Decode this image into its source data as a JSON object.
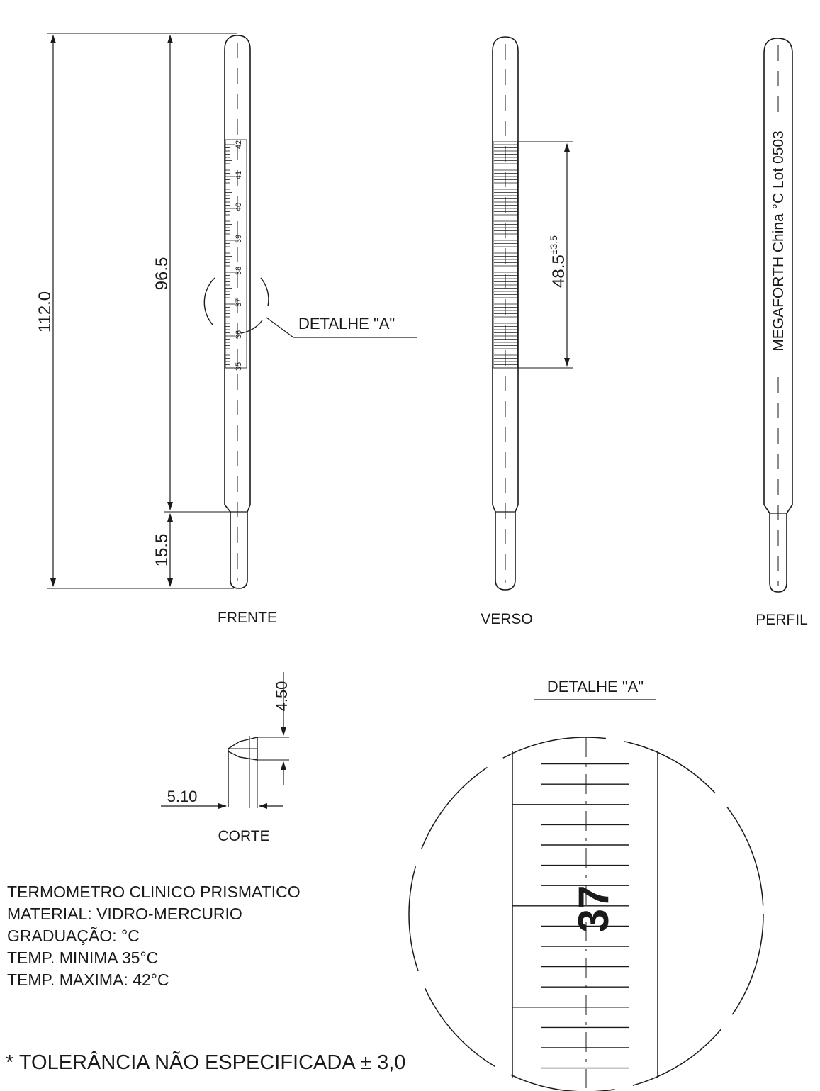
{
  "views": {
    "front": {
      "label": "FRENTE"
    },
    "back": {
      "label": "VERSO"
    },
    "profile": {
      "label": "PERFIL"
    },
    "section": {
      "label": "CORTE"
    },
    "detail": {
      "label": "DETALHE \"A\""
    }
  },
  "dimensions": {
    "overall_length": "112.0",
    "body_length": "96.5",
    "bulb_length": "15.5",
    "scale_length": "48.5",
    "scale_tolerance": "±3,5",
    "section_height": "4.50",
    "section_width": "5.10"
  },
  "callout": {
    "detail_a": "DETALHE \"A\""
  },
  "marking": {
    "profile_text": "MEGAFORTH China °C Lot 0503"
  },
  "scale": {
    "front_numbers": [
      "35",
      "36",
      "37",
      "38",
      "39",
      "40",
      "41",
      "42"
    ],
    "detail_number": "37"
  },
  "specs": {
    "lines": [
      "TERMOMETRO CLINICO PRISMATICO",
      "MATERIAL: VIDRO-MERCURIO",
      "GRADUAÇÃO: °C",
      "TEMP. MINIMA 35°C",
      "TEMP. MAXIMA: 42°C"
    ]
  },
  "tolerance": {
    "text": "* TOLERÂNCIA NÃO ESPECIFICADA ± 3,0"
  }
}
